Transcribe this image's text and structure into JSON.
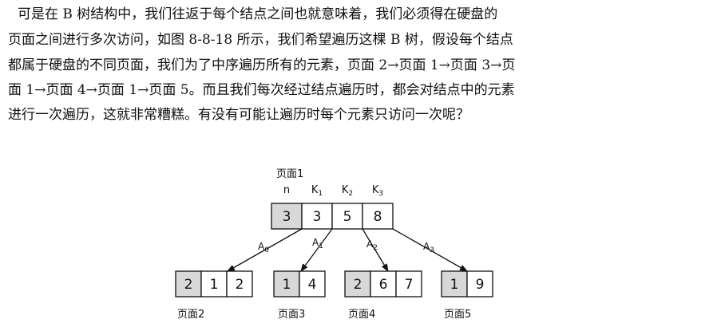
{
  "paragraph": {
    "lines": [
      "可是在 B 树结构中，我们往返于每个结点之间也就意味着，我们必须得在硬盘的",
      "页面之间进行多次访问，如图 8-8-18 所示，我们希望遍历这棵 B 树，假设每个结点",
      "都属于硬盘的不同页面，我们为了中序遍历所有的元素，页面 2→页面 1→页面 3→页",
      "面 1→页面 4→页面 1→页面 5。而且我们每次经过结点遍历时，都会对结点中的元素",
      "进行一次遍历，这就非常糟糕。有没有可能让遍历时每个元素只访问一次呢？"
    ]
  },
  "figure": {
    "root": {
      "page_label": "页面1",
      "headers": [
        "n",
        "K1",
        "K2",
        "K3"
      ],
      "cells": [
        "3",
        "3",
        "5",
        "8"
      ]
    },
    "pointers": [
      "A0",
      "A1",
      "A2",
      "A3"
    ],
    "children": [
      {
        "page_label": "页面2",
        "cells": [
          "2",
          "1",
          "2"
        ]
      },
      {
        "page_label": "页面3",
        "cells": [
          "1",
          "4"
        ]
      },
      {
        "page_label": "页面4",
        "cells": [
          "2",
          "6",
          "7"
        ]
      },
      {
        "page_label": "页面5",
        "cells": [
          "1",
          "9"
        ]
      }
    ],
    "colors": {
      "count_cell_fill": "#d8d8d8",
      "cell_fill": "#ffffff",
      "stroke": "#111111"
    }
  }
}
